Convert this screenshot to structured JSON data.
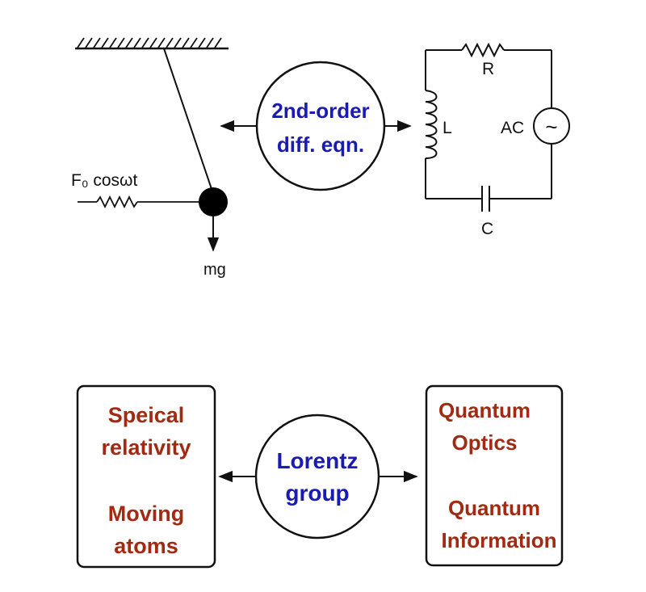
{
  "top": {
    "pendulum": {
      "force_label": "F₀ cosωt",
      "weight_label": "mg"
    },
    "center": {
      "line1": "2nd-order",
      "line2": "diff. eqn."
    },
    "circuit": {
      "resistor_label": "R",
      "inductor_label": "L",
      "source_label": "AC",
      "source_symbol": "~",
      "capacitor_label": "C"
    }
  },
  "bottom": {
    "left_box": {
      "line1": "Speical",
      "line2": "relativity",
      "line3": "Moving",
      "line4": "atoms"
    },
    "center": {
      "line1": "Lorentz",
      "line2": "group"
    },
    "right_box": {
      "line1": "Quantum",
      "line2": "Optics",
      "line3": "Quantum",
      "line4": "Information"
    }
  },
  "colors": {
    "blue": "#1a1ab4",
    "red": "#a02a12",
    "ink": "#111111"
  }
}
